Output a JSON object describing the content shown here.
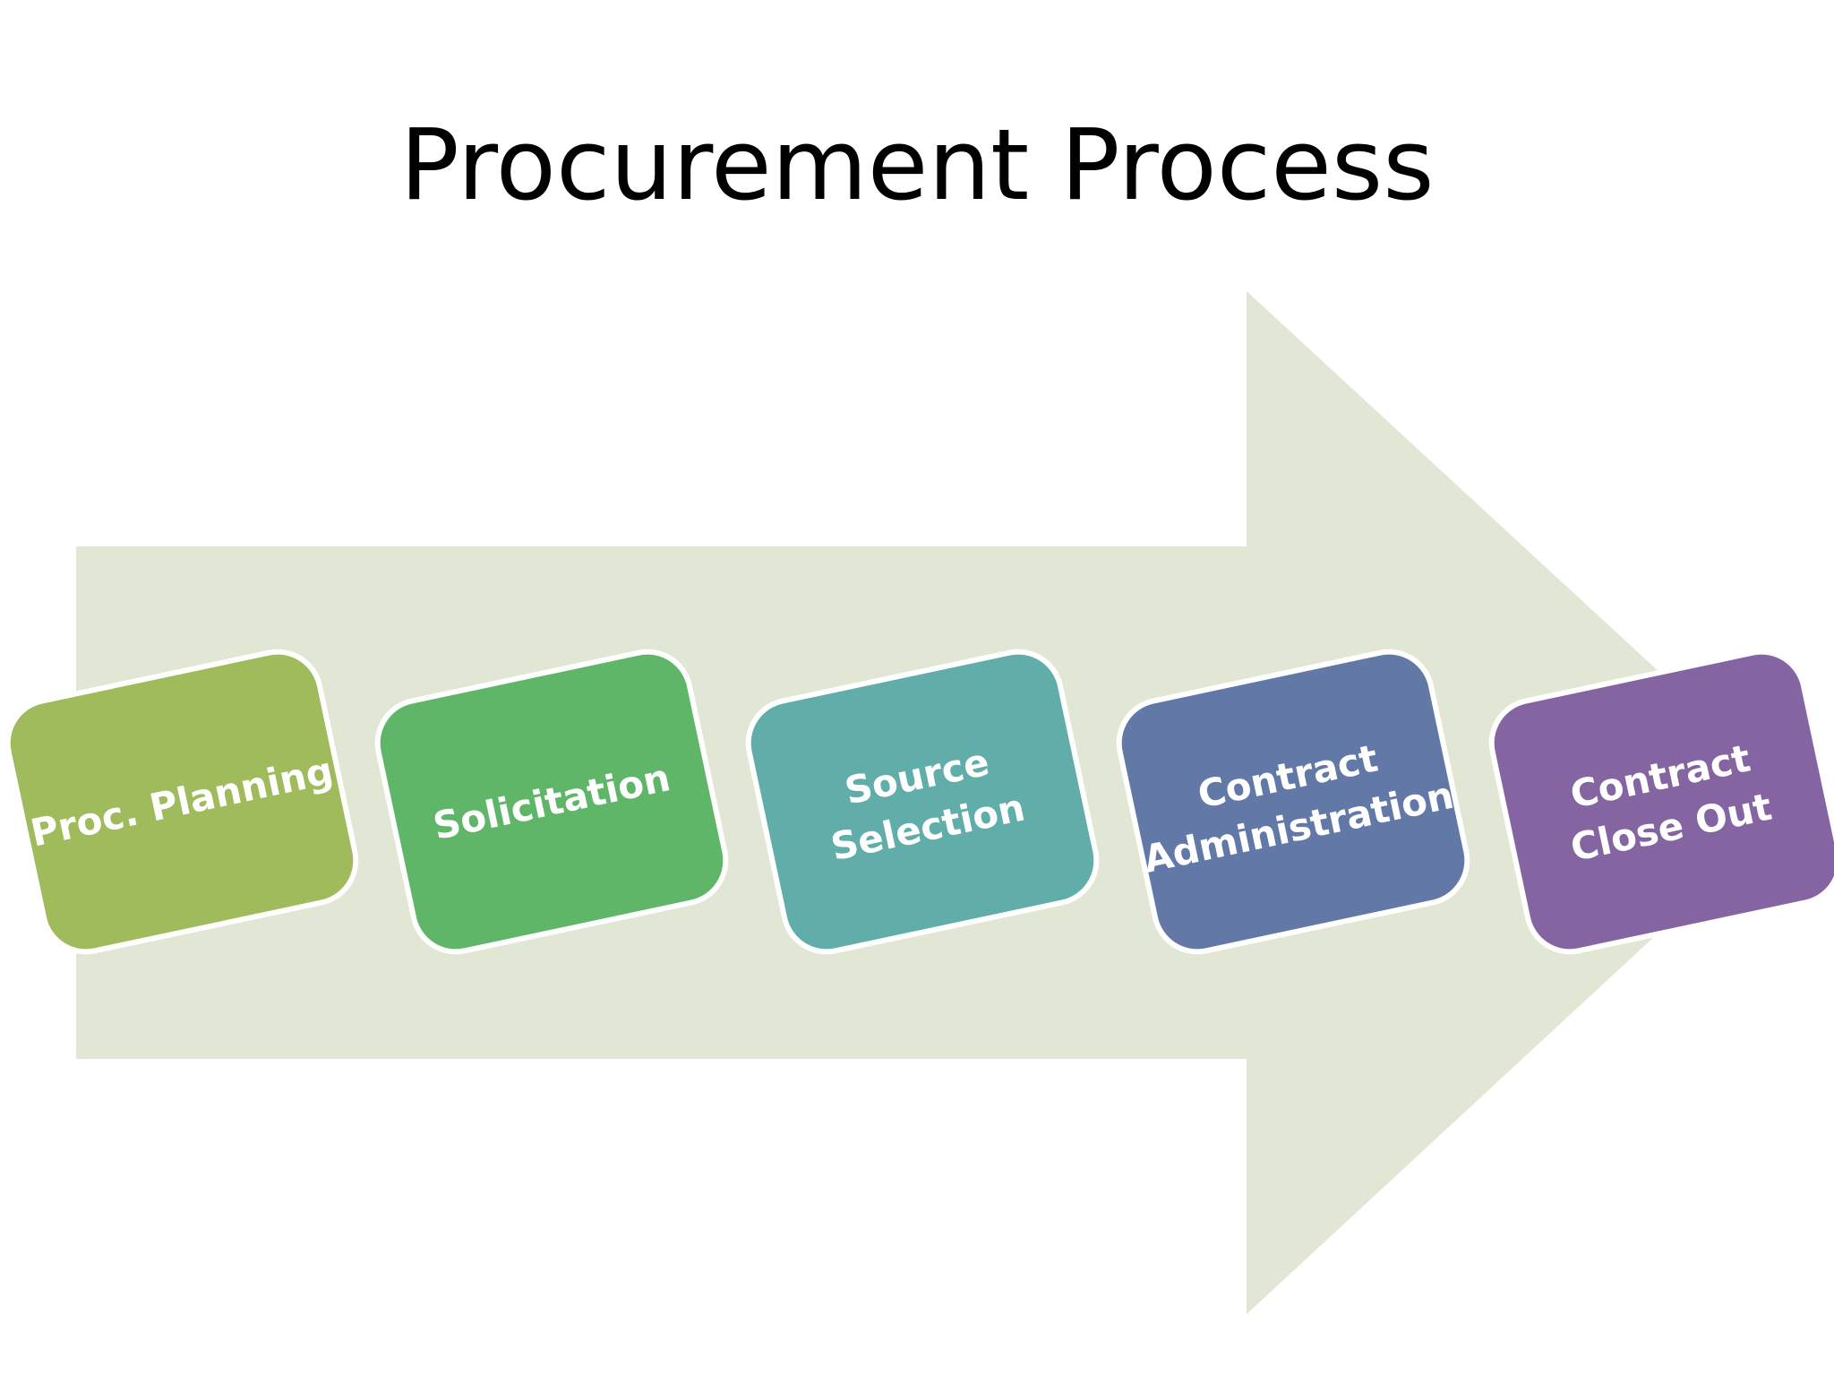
{
  "slide": {
    "title": "Procurement Process"
  },
  "colors": {
    "arrow": "#e1e7d4",
    "border": "#ffffff"
  },
  "steps": [
    {
      "lines": [
        "Proc. Planning"
      ],
      "color": "#9fbb5b"
    },
    {
      "lines": [
        "Solicitation"
      ],
      "color": "#5fb568"
    },
    {
      "lines": [
        "Source",
        "Selection"
      ],
      "color": "#60ada9"
    },
    {
      "lines": [
        "Contract",
        "Administration"
      ],
      "color": "#6278a6"
    },
    {
      "lines": [
        "Contract",
        "Close Out"
      ],
      "color": "#8465a2"
    }
  ]
}
